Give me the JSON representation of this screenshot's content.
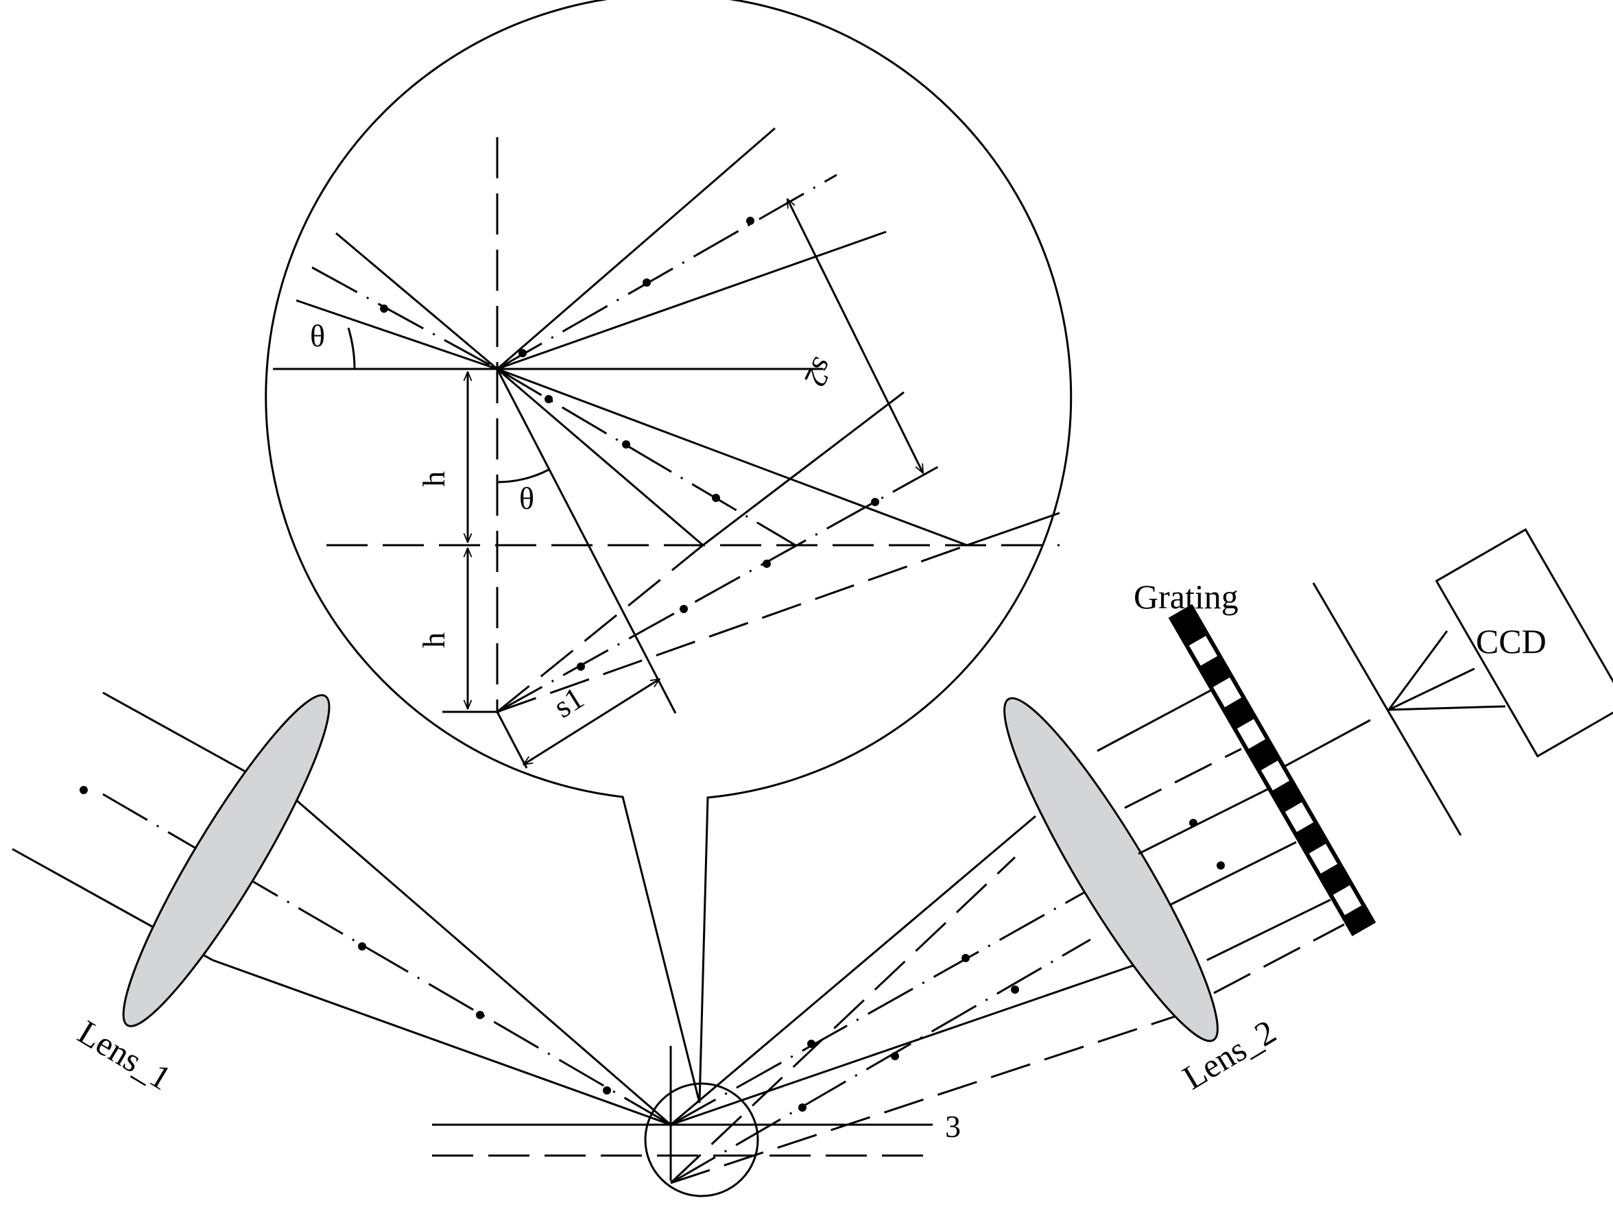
{
  "labels": {
    "grating": "Grating",
    "ccd": "CCD",
    "lens_1": "Lens_1",
    "lens_2": "Lens_2",
    "ref_3": "3",
    "theta_upper": "θ",
    "theta_lower": "θ",
    "h_upper": "h",
    "h_lower": "h",
    "s1": "s1",
    "s2": "s2"
  },
  "colors": {
    "line": "#000000",
    "lens_fill": "#d4d5d7",
    "background": "#ffffff"
  }
}
